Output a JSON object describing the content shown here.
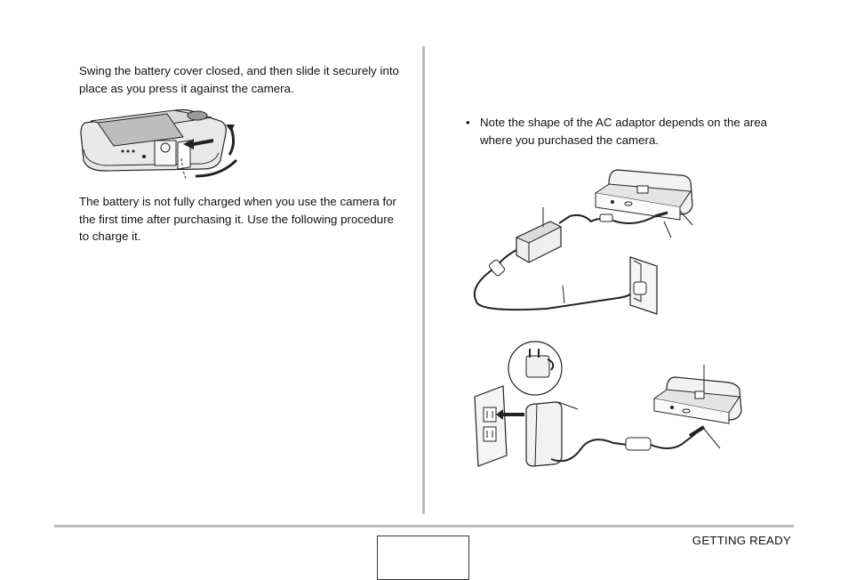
{
  "left_column": {
    "step_text": "Swing the battery cover closed, and then slide it securely into place as you press it against the camera.",
    "charge_text": "The battery is not fully charged when you use the camera for the first time after purchasing it. Use the following procedure to charge it."
  },
  "right_column": {
    "bullet_symbol": "•",
    "note_text": "Note the shape of the AC adaptor depends on the area where you purchased the camera."
  },
  "footer": {
    "section_label": "GETTING READY",
    "page_number": ""
  },
  "illustrations": {
    "camera_battery_cover": "camera-battery-cover-illustration",
    "cradle_adaptor_type_1": "ac-adaptor-cable-type-illustration",
    "cradle_adaptor_type_2": "ac-adaptor-plug-in-type-illustration"
  }
}
